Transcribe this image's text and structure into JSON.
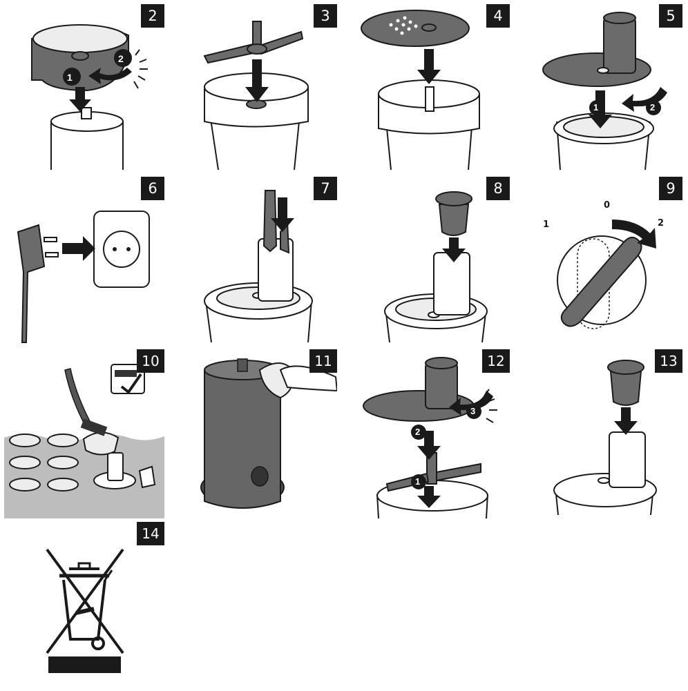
{
  "steps": [
    {
      "number": "2"
    },
    {
      "number": "3"
    },
    {
      "number": "4"
    },
    {
      "number": "5"
    },
    {
      "number": "6"
    },
    {
      "number": "7"
    },
    {
      "number": "8"
    },
    {
      "number": "9"
    },
    {
      "number": "10"
    },
    {
      "number": "11"
    },
    {
      "number": "12"
    },
    {
      "number": "13"
    },
    {
      "number": "14"
    }
  ],
  "callouts": {
    "step2": [
      "1",
      "2"
    ],
    "step5": [
      "1",
      "2"
    ],
    "step12": [
      "1",
      "2",
      "3"
    ]
  },
  "dial_labels": {
    "left": "1",
    "top": "0",
    "right": "2"
  },
  "colors": {
    "badge": "#1a1a1a",
    "part_grey": "#6b6b6b",
    "water": "#c8c8c8"
  }
}
